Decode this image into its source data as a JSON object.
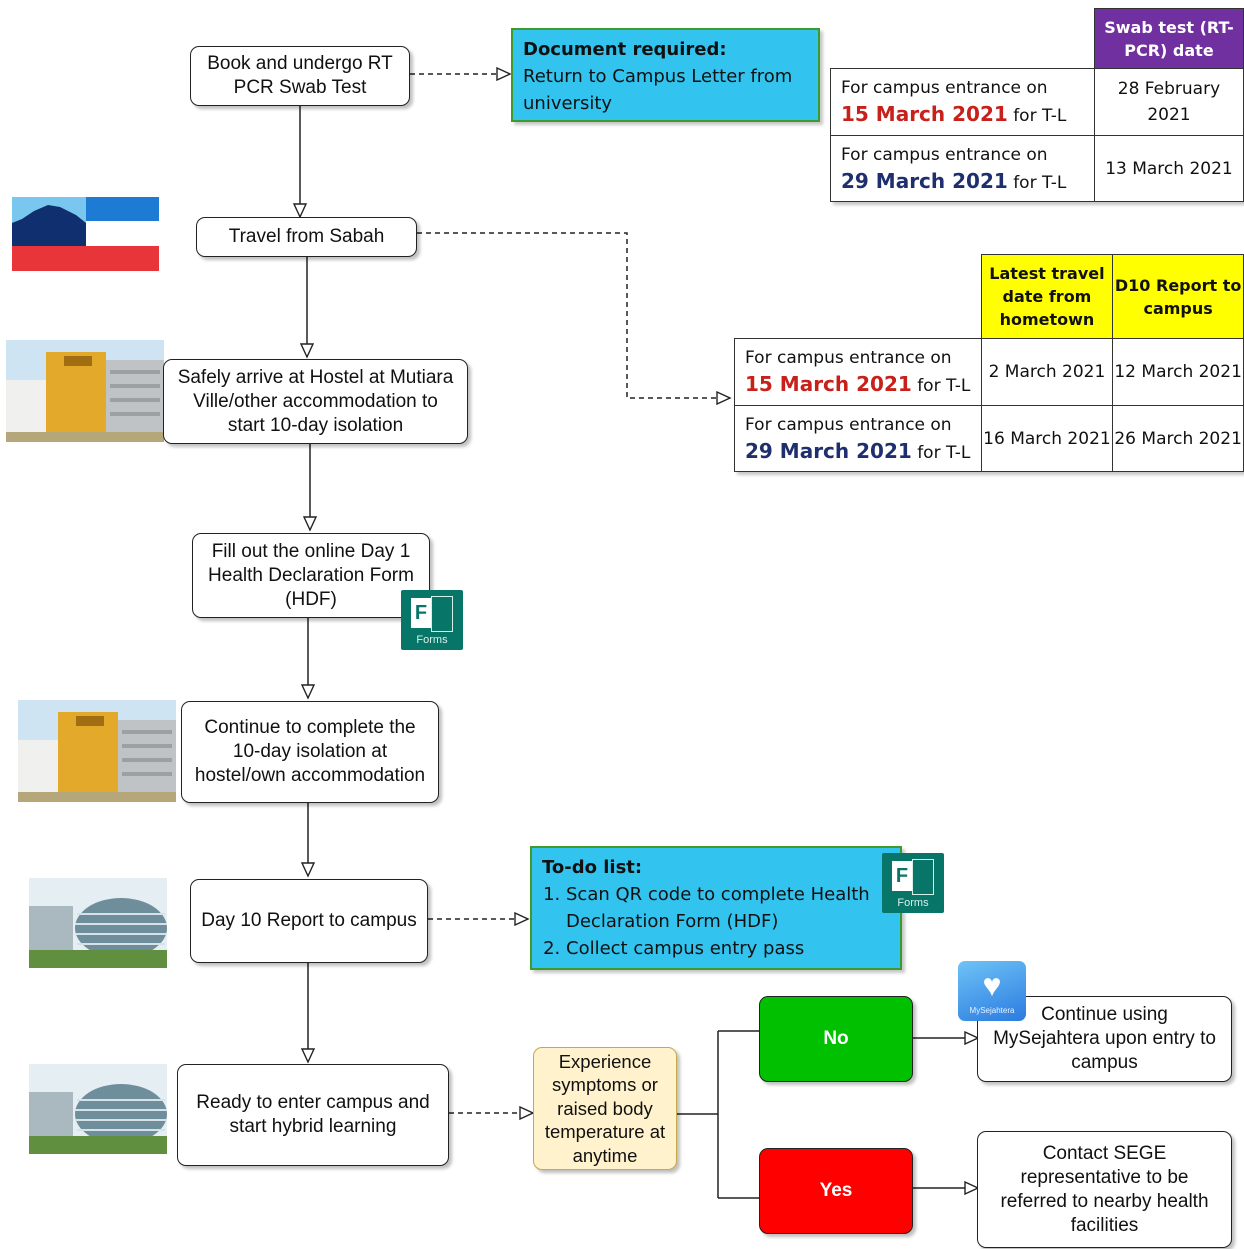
{
  "nodes": {
    "book_swab": "Book and undergo RT\nPCR Swab Test",
    "travel": "Travel from Sabah",
    "arrive": "Safely arrive at Hostel at Mutiara\nVille/other accommodation to\nstart 10-day isolation",
    "fill_hdf": "Fill out the online Day 1\nHealth Declaration Form\n(HDF)",
    "continue_isolation": "Continue to complete the\n10-day isolation at\nhostel/own accommodation",
    "day10": "Day 10 Report to campus",
    "ready": "Ready to enter campus and\nstart hybrid learning",
    "symptoms": "Experience\nsymptoms or\nraised body\ntemperature at\nanytime",
    "no_label": "No",
    "yes_label": "Yes",
    "continue_mysejahtera": "Continue using\nMySejahtera upon entry to\ncampus",
    "contact_sege": "Contact SEGE\nrepresentative to be\nreferred to nearby health\nfacilities"
  },
  "document_callout": {
    "heading": "Document required:",
    "text": "Return to Campus Letter from university"
  },
  "todo_callout": {
    "heading": "To-do list:",
    "items": [
      "Scan QR code to complete Health Declaration Form (HDF)",
      "Collect campus entry pass"
    ]
  },
  "swab_table": {
    "header": "Swab test (RT-PCR) date",
    "rows": [
      {
        "prefix": "For campus entrance on",
        "date": "15 March 2021",
        "suffix": "for T-L",
        "value": "28 February 2021"
      },
      {
        "prefix": "For campus entrance on",
        "date": "29 March 2021",
        "suffix": "for T-L",
        "value": "13 March 2021"
      }
    ]
  },
  "travel_table": {
    "headers": [
      "Latest travel date from hometown",
      "D10 Report to campus"
    ],
    "rows": [
      {
        "prefix": "For campus entrance on",
        "date": "15 March 2021",
        "suffix": "for T-L",
        "travel": "2 March 2021",
        "report": "12 March 2021"
      },
      {
        "prefix": "For campus entrance on",
        "date": "29 March 2021",
        "suffix": "for T-L",
        "travel": "16 March 2021",
        "report": "26 March 2021"
      }
    ]
  },
  "icons": {
    "forms_caption": "Forms",
    "mysejahtera_caption": "MySejahtera"
  },
  "colors": {
    "callout_fill": "#32c3ee",
    "callout_border": "#3f9a2c",
    "swab_header": "#7030a0",
    "travel_header": "#ffff00",
    "no_fill": "#00c000",
    "yes_fill": "#ff0000",
    "symptoms_fill": "#fff2cc",
    "date_red": "#c8201a",
    "date_navy": "#1f2f6e"
  }
}
